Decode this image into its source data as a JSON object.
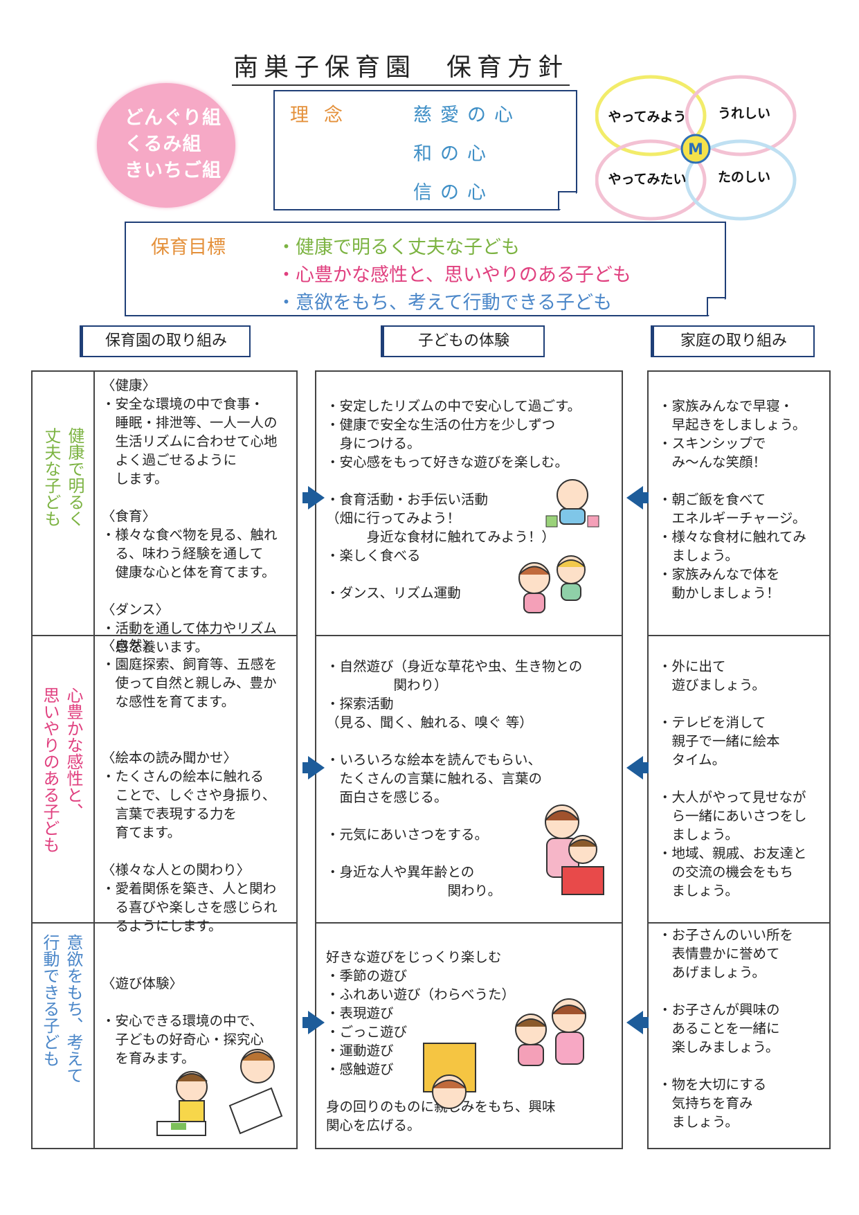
{
  "title": "南巣子保育園　保育方針",
  "classes": [
    "どんぐり組",
    "くるみ組",
    "きいちご組"
  ],
  "philosophy": {
    "label": "理念",
    "items": [
      "慈愛の心",
      "和の心",
      "信の心"
    ]
  },
  "rings": [
    "やってみよう",
    "うれしい",
    "やってみたい",
    "たのしい"
  ],
  "rings_logo": "M",
  "goals": {
    "label": "保育目標",
    "items": [
      {
        "text": "・健康で明るく丈夫な子ども",
        "color": "#7cb342"
      },
      {
        "text": "・心豊かな感性と、思いやりのある子ども",
        "color": "#e0407f"
      },
      {
        "text": "・意欲をもち、考えて行動できる子ども",
        "color": "#4a86c8"
      }
    ]
  },
  "columns": {
    "nursery": "保育園の取り組み",
    "child": "子どもの体験",
    "family": "家庭の取り組み"
  },
  "rows": [
    {
      "label_lines": [
        "健康で明るく",
        "丈夫な子ども"
      ],
      "color": "#7cb342",
      "nursery": "〈健康〉\n・安全な環境の中で食事・\n　睡眠・排泄等、一人一人の\n　生活リズムに合わせて心地\n　よく過ごせるように\n　します。\n\n〈食育〉\n・様々な食べ物を見る、触れ\n　る、味わう経験を通して\n　健康な心と体を育てます。\n\n〈ダンス〉\n・活動を通して体力やリズム\n　感を養います。",
      "child": "・安定したリズムの中で安心して過ごす。\n・健康で安全な生活の仕方を少しずつ\n　身につける。\n・安心感をもって好きな遊びを楽しむ。\n\n・食育活動・お手伝い活動\n（畑に行ってみよう！\n　　　身近な食材に触れてみよう！）\n・楽しく食べる\n\n・ダンス、リズム運動",
      "family": "・家族みんなで早寝・\n　早起きをしましょう。\n・スキンシップで\n　み～んな笑顔！\n\n・朝ご飯を食べて\n　エネルギーチャージ。\n・様々な食材に触れてみ\n　ましょう。\n・家族みんなで体を\n　動かしましょう！"
    },
    {
      "label_lines": [
        "心豊かな感性と、",
        "思いやりのある子ども"
      ],
      "color": "#e0407f",
      "nursery": "〈自然〉\n・園庭探索、飼育等、五感を\n　使って自然と親しみ、豊か\n　な感性を育てます。\n\n\n〈絵本の読み聞かせ〉\n・たくさんの絵本に触れる\n　ことで、しぐさや身振り、\n　言葉で表現する力を\n　育てます。\n\n〈様々な人との関わり〉\n・愛着関係を築き、人と関わ\n　る喜びや楽しさを感じられ\n　るようにします。",
      "child": "・自然遊び（身近な草花や虫、生き物との\n　　　　　関わり）\n・探索活動\n（見る、聞く、触れる、嗅ぐ 等）\n\n・いろいろな絵本を読んでもらい、\n　たくさんの言葉に触れる、言葉の\n　面白さを感じる。\n\n・元気にあいさつをする。\n\n・身近な人や異年齢との\n　　　　　　　　　関わり。",
      "family": "・外に出て\n　遊びましょう。\n\n・テレビを消して\n　親子で一緒に絵本\n　タイム。\n\n・大人がやって見せなが\n　ら一緒にあいさつをし\n　ましょう。\n・地域、親戚、お友達と\n　の交流の機会をもち\n　ましょう。"
    },
    {
      "label_lines": [
        "意欲をもち、考えて",
        "行動できる子ども"
      ],
      "color": "#4a86c8",
      "nursery": "〈遊び体験〉\n\n・安心できる環境の中で、\n　子どもの好奇心・探究心\n　を育みます。",
      "child": "好きな遊びをじっくり楽しむ\n・季節の遊び\n・ふれあい遊び（わらべうた）\n・表現遊び\n・ごっこ遊び\n・運動遊び\n・感触遊び\n\n身の回りのものに親しみをもち、興味\n関心を広げる。",
      "family": "・お子さんのいい所を\n　表情豊かに誉めて\n　あげましょう。\n\n・お子さんが興味の\n　あることを一緒に\n　楽しみましょう。\n\n・物を大切にする\n　気持ちを育み\n　ましょう。"
    }
  ]
}
